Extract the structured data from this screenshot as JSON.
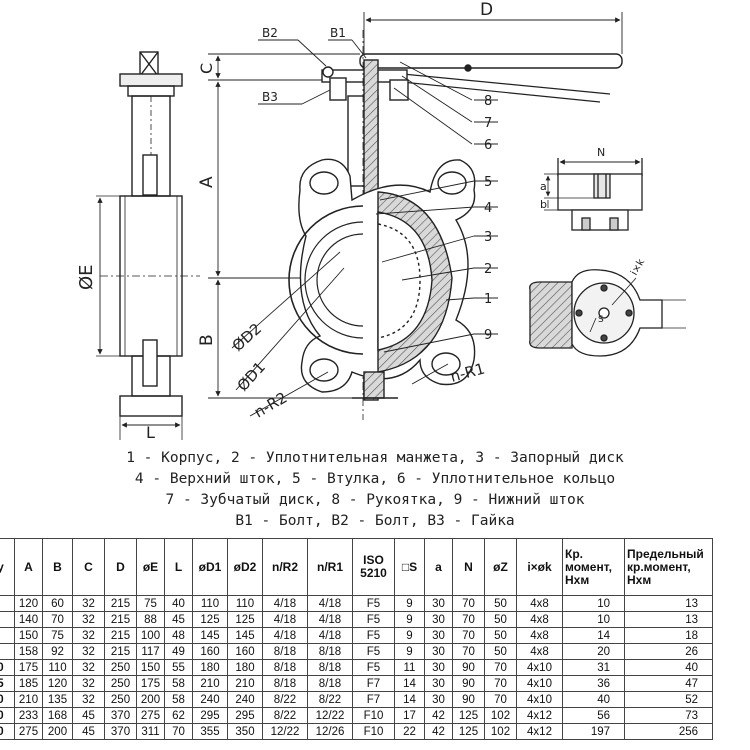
{
  "drawing_labels": {
    "D": "D",
    "C": "C",
    "A": "A",
    "B": "B",
    "E": "ØE",
    "L": "L",
    "B1": "В1",
    "B2": "В2",
    "B3": "В3",
    "D1": "ØD1",
    "D2": "ØD2",
    "R1": "n-R1",
    "R2": "n-R2",
    "N": "N",
    "a": "a",
    "b": "b",
    "ixk": "i×k",
    "S": "S",
    "callouts": [
      "8",
      "7",
      "6",
      "5",
      "4",
      "3",
      "2",
      "1",
      "9"
    ]
  },
  "legend": [
    "1 - Корпус, 2 - Уплотнительная манжета, 3 - Запорный диск",
    "4 - Верхний шток, 5 - Втулка, 6 - Уплотнительное кольцо",
    "7 - Зубчатый диск, 8 - Рукоятка, 9 - Нижний шток",
    "В1 - Болт, В2 - Болт, В3 - Гайка"
  ],
  "table": {
    "headers": [
      "у",
      "A",
      "B",
      "C",
      "D",
      "øE",
      "L",
      "øD1",
      "øD2",
      "n/R2",
      "n/R1",
      "ISO 5210",
      "□S",
      "a",
      "N",
      "øZ",
      "i×øk",
      "Кр. момент, Нхм",
      "Предельный кр.момент, Нхм"
    ],
    "rows": [
      [
        "",
        "120",
        "60",
        "32",
        "215",
        "75",
        "40",
        "110",
        "110",
        "4/18",
        "4/18",
        "F5",
        "9",
        "30",
        "70",
        "50",
        "4x8",
        "10",
        "13"
      ],
      [
        "",
        "140",
        "70",
        "32",
        "215",
        "88",
        "45",
        "125",
        "125",
        "4/18",
        "4/18",
        "F5",
        "9",
        "30",
        "70",
        "50",
        "4x8",
        "10",
        "13"
      ],
      [
        "",
        "150",
        "75",
        "32",
        "215",
        "100",
        "48",
        "145",
        "145",
        "4/18",
        "4/18",
        "F5",
        "9",
        "30",
        "70",
        "50",
        "4x8",
        "14",
        "18"
      ],
      [
        "",
        "158",
        "92",
        "32",
        "215",
        "117",
        "49",
        "160",
        "160",
        "8/18",
        "8/18",
        "F5",
        "9",
        "30",
        "70",
        "50",
        "4x8",
        "20",
        "26"
      ],
      [
        "0",
        "175",
        "110",
        "32",
        "250",
        "150",
        "55",
        "180",
        "180",
        "8/18",
        "8/18",
        "F5",
        "11",
        "30",
        "90",
        "70",
        "4x10",
        "31",
        "40"
      ],
      [
        "5",
        "185",
        "120",
        "32",
        "250",
        "175",
        "58",
        "210",
        "210",
        "8/18",
        "8/18",
        "F7",
        "14",
        "30",
        "90",
        "70",
        "4x10",
        "36",
        "47"
      ],
      [
        "0",
        "210",
        "135",
        "32",
        "250",
        "200",
        "58",
        "240",
        "240",
        "8/22",
        "8/22",
        "F7",
        "14",
        "30",
        "90",
        "70",
        "4x10",
        "40",
        "52"
      ],
      [
        "0",
        "233",
        "168",
        "45",
        "370",
        "275",
        "62",
        "295",
        "295",
        "8/22",
        "12/22",
        "F10",
        "17",
        "42",
        "125",
        "102",
        "4x12",
        "56",
        "73"
      ],
      [
        "0",
        "275",
        "200",
        "45",
        "370",
        "311",
        "70",
        "355",
        "350",
        "12/22",
        "12/26",
        "F10",
        "22",
        "42",
        "125",
        "102",
        "4x12",
        "197",
        "256"
      ]
    ]
  }
}
